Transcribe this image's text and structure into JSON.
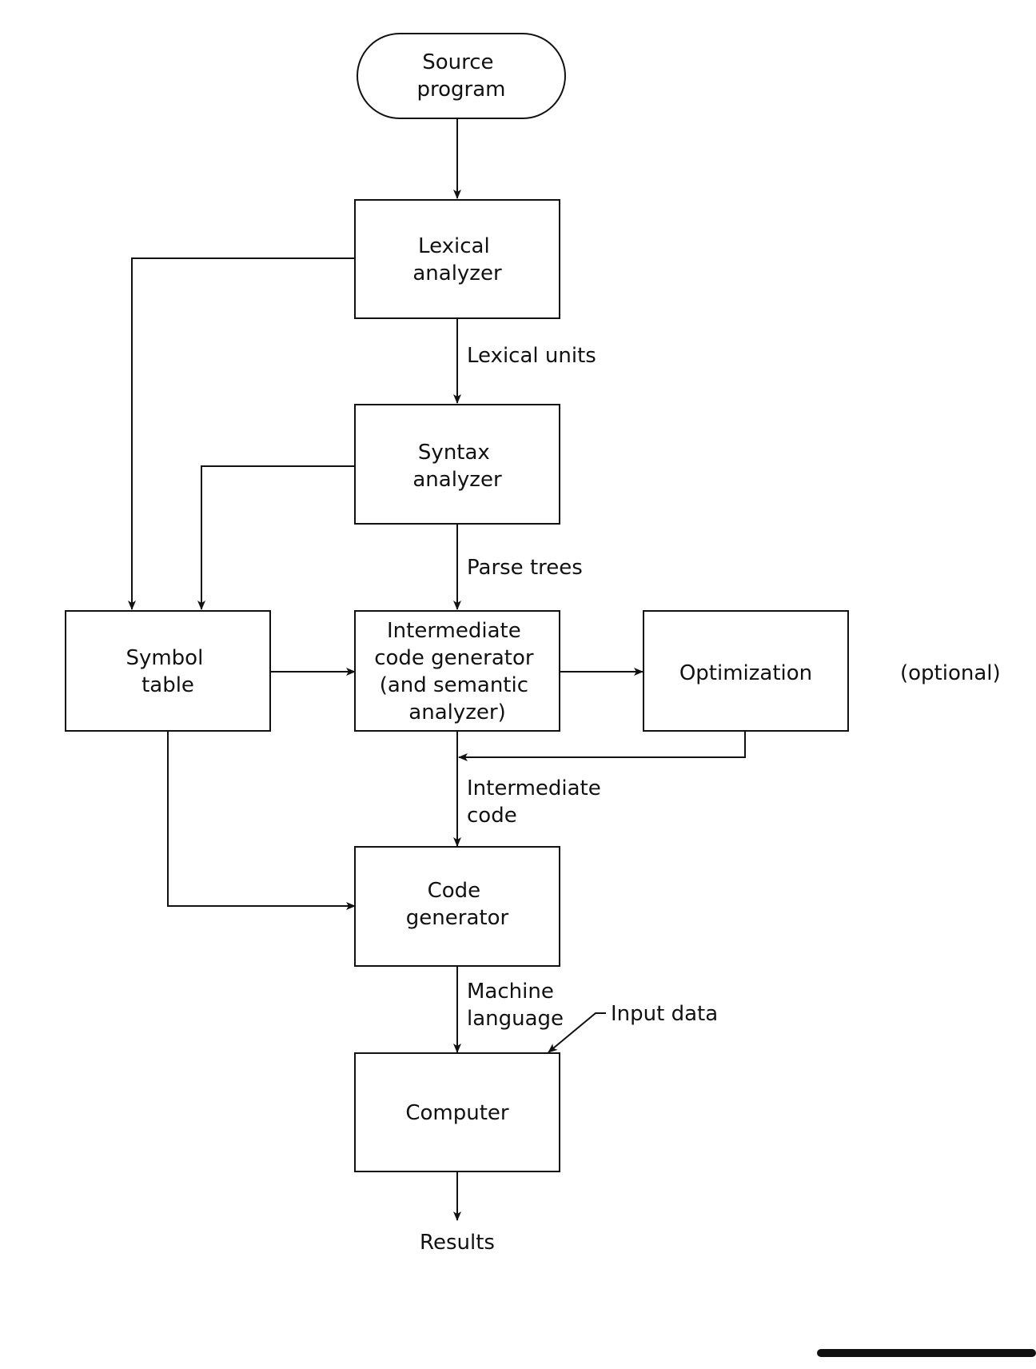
{
  "nodes": {
    "source": [
      "Source",
      "program"
    ],
    "lexical": [
      "Lexical",
      "analyzer"
    ],
    "syntax": [
      "Syntax",
      "analyzer"
    ],
    "symbol": [
      "Symbol",
      "table"
    ],
    "intermediate": [
      "Intermediate",
      "code generator",
      "(and semantic",
      "analyzer)"
    ],
    "optimization": [
      "Optimization"
    ],
    "codegen": [
      "Code",
      "generator"
    ],
    "computer": [
      "Computer"
    ]
  },
  "edges": {
    "lexical_units": [
      "Lexical units"
    ],
    "parse_trees": [
      "Parse trees"
    ],
    "intermediate_code": [
      "Intermediate",
      "code"
    ],
    "machine_language": [
      "Machine",
      "language"
    ]
  },
  "notes": {
    "optional": "(optional)",
    "input_data": "Input data",
    "results": "Results"
  }
}
